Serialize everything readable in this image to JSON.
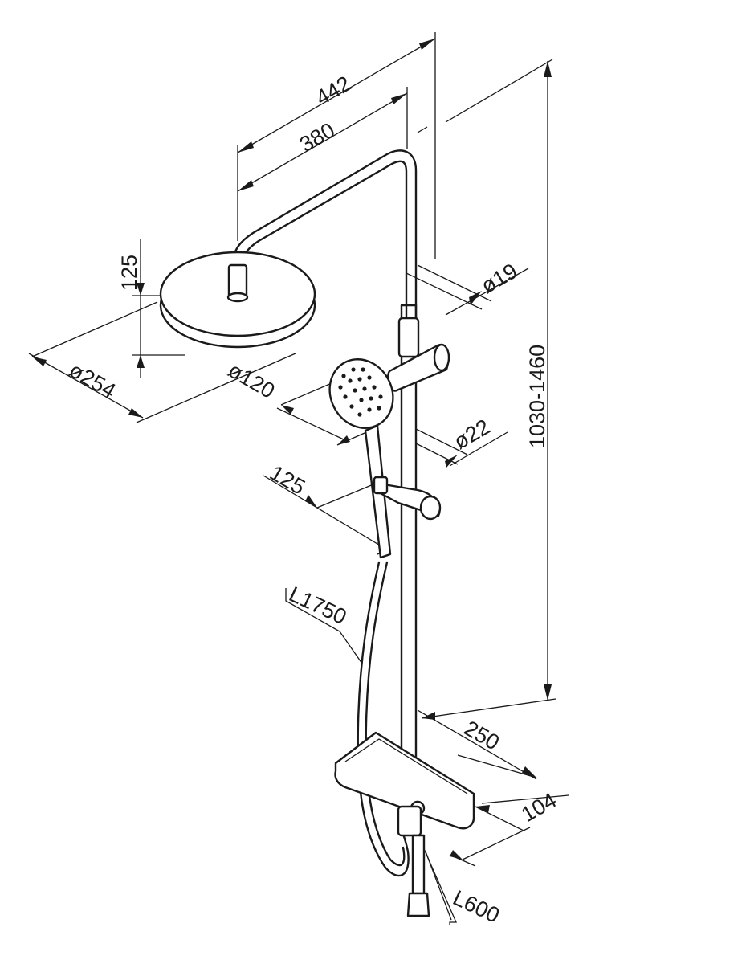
{
  "dimensions": {
    "arm_length_total": "442",
    "arm_length_center": "380",
    "head_height": "125",
    "pipe_diameter": "ø19",
    "overhead_diameter": "ø254",
    "hand_shower_diameter": "ø120",
    "rail_diameter": "ø22",
    "hand_shower_length": "125",
    "rail_height_range": "1030-1460",
    "hose_length": "L1750",
    "shelf_width": "250",
    "shelf_depth": "104",
    "supply_hose_length": "L600"
  },
  "colors": {
    "line": "#1a1a1a",
    "background": "#ffffff"
  }
}
